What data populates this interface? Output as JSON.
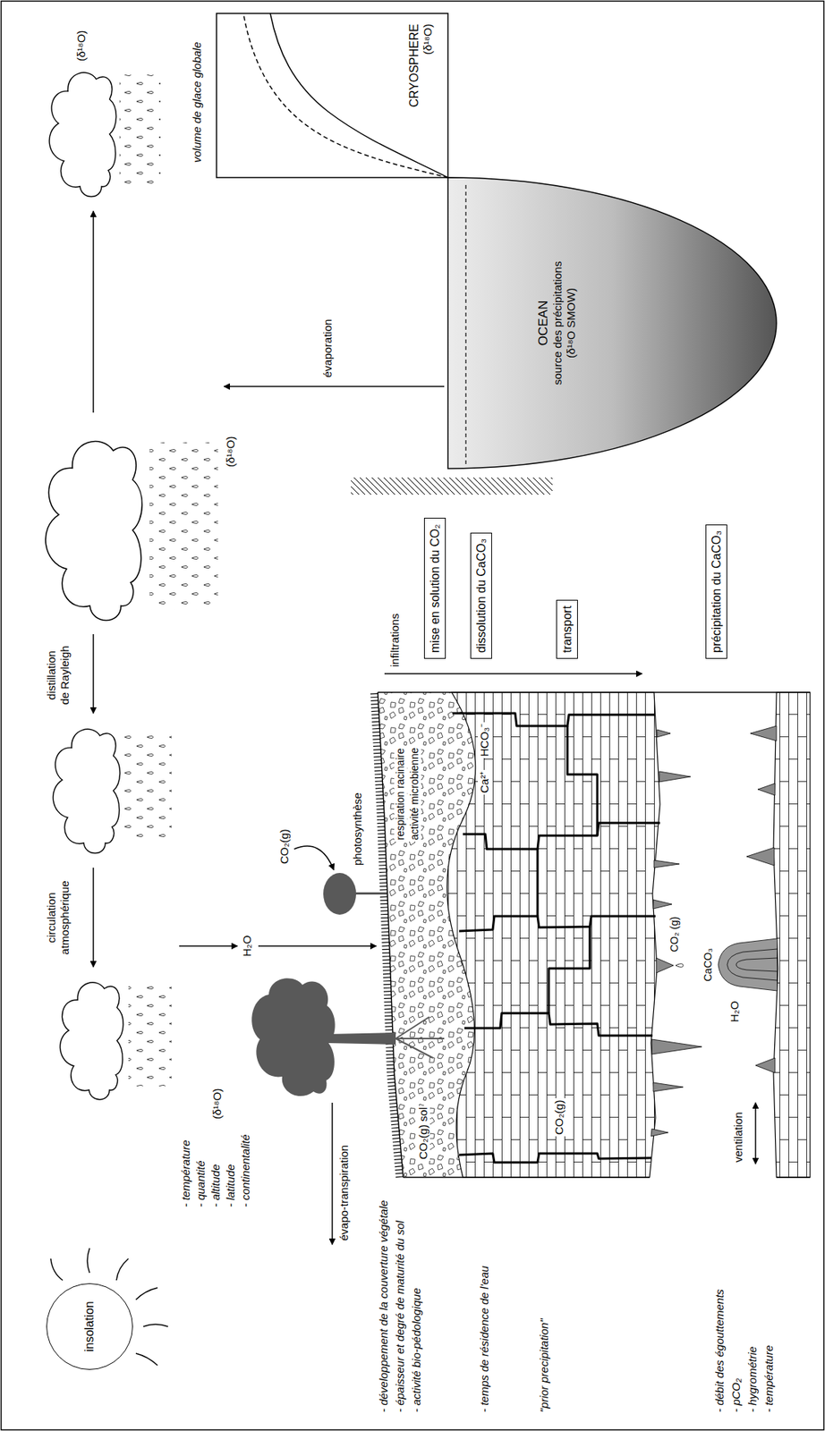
{
  "diagram": {
    "nodes": [
      {
        "text": [
          "insolation"
        ]
      },
      {
        "text": [
          "CRYOSPHERE",
          "(δ¹⁸O)"
        ]
      },
      {
        "text": [
          "OCEAN",
          "source des précipitations",
          "(δ¹⁸O SMOW)"
        ]
      },
      {
        "text": [
          "mise en solution du CO₂"
        ]
      },
      {
        "text": [
          "dissolution du CaCO₃"
        ]
      },
      {
        "text": [
          "transport"
        ]
      },
      {
        "text": [
          "précipitation du CaCO₃"
        ]
      }
    ],
    "labels": [
      "- température",
      "- quantité",
      "- altitude",
      "- latitude",
      "- continentalité",
      "(δ¹⁸O)",
      "circulation atmosphérique",
      "distillation de Rayleigh",
      "(δ¹⁸O)",
      "(δ¹⁸O)",
      "évaporation",
      "volume de glace globale",
      "évapo-transpiration",
      "H₂O",
      "CO₂(g)",
      "photosynthèse",
      "CO₂(g) sol",
      "respiration racinaire",
      "activité microbienne",
      "Ca²⁺",
      "HCO₃⁻",
      "CO₂(g)",
      "infiltrations",
      "ventilation",
      "H₂O",
      "CO₂ (g)",
      "CaCO₃",
      "- développement de la couverture végétale",
      "- épaisseur et degré de maturité du sol",
      "- activité bio-pédologique",
      "- temps de résidence de l'eau",
      "\"prior precipitation\"",
      "- débit des égouttements",
      "- pCO₂",
      "- hygrométrie",
      "- température"
    ]
  }
}
